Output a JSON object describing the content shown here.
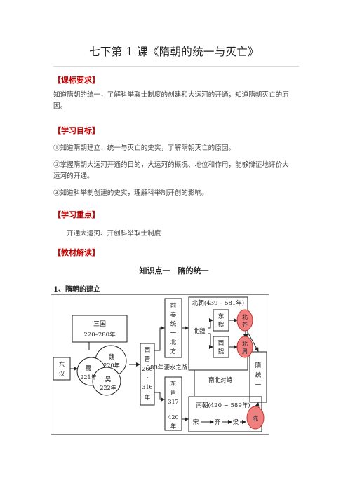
{
  "title": "七下第 1 课《隋朝的统一与灭亡》",
  "sections": {
    "curriculum": {
      "heading": "【课标要求】",
      "lines": [
        "知道隋朝的统一，了解科举取士制度的创建和大运河的开通；知道隋朝灭亡的原",
        "因。"
      ]
    },
    "objectives": {
      "heading": "【学习目标】",
      "items": [
        "①知道隋朝建立、统一与灭亡的史实，了解隋朝灭亡的原因。",
        "②掌握隋朝大运河开通的目的，大运河的概况、地位和作用，能够辩证地评价大",
        "运河的开通。",
        "③知道科举制创建的史实，理解科举制开创的影响。"
      ]
    },
    "key_points": {
      "heading": "【学习重点】",
      "text": "开通大运河、开创科举取士制度"
    },
    "textbook": {
      "heading": "【教材解读】"
    }
  },
  "knowledge_point": "知识点一　隋的统一",
  "subheading": "1、隋朝的建立",
  "diagram": {
    "three_kingdoms": "三国",
    "three_kingdoms_years": "220–280年",
    "wei": "魏",
    "wei_year": "220年",
    "shu": "蜀",
    "shu_year": "221年",
    "wu": "吴",
    "wu_year": "222年",
    "donghan": [
      "东",
      "汉"
    ],
    "xijin": [
      "西",
      "晋",
      "266",
      "-",
      "316",
      "年"
    ],
    "qianqin": [
      "前",
      "秦",
      "统",
      "一",
      "北",
      "方"
    ],
    "dongjin": [
      "东",
      "晋",
      "317",
      "-",
      "420",
      "年"
    ],
    "feishui": "383年淝水之战",
    "northern_dynasties": "北朝(439 – 581年)",
    "beiwei": "北魏",
    "dongwei": [
      "东",
      "魏"
    ],
    "xiwei": [
      "西",
      "魏"
    ],
    "beiqi": [
      "北",
      "齐"
    ],
    "beizhou": [
      "北",
      "周"
    ],
    "nanbei": "南北对峙",
    "southern_dynasties": "南朝(420 ~ 589年)",
    "song": "宋",
    "qi": "齐",
    "liang": "梁",
    "chen": "陈",
    "sui": [
      "隋",
      "统",
      "一"
    ],
    "colors": {
      "red_fill": "#f08080",
      "red_stroke": "#c0392b",
      "ink": "#222222"
    }
  }
}
